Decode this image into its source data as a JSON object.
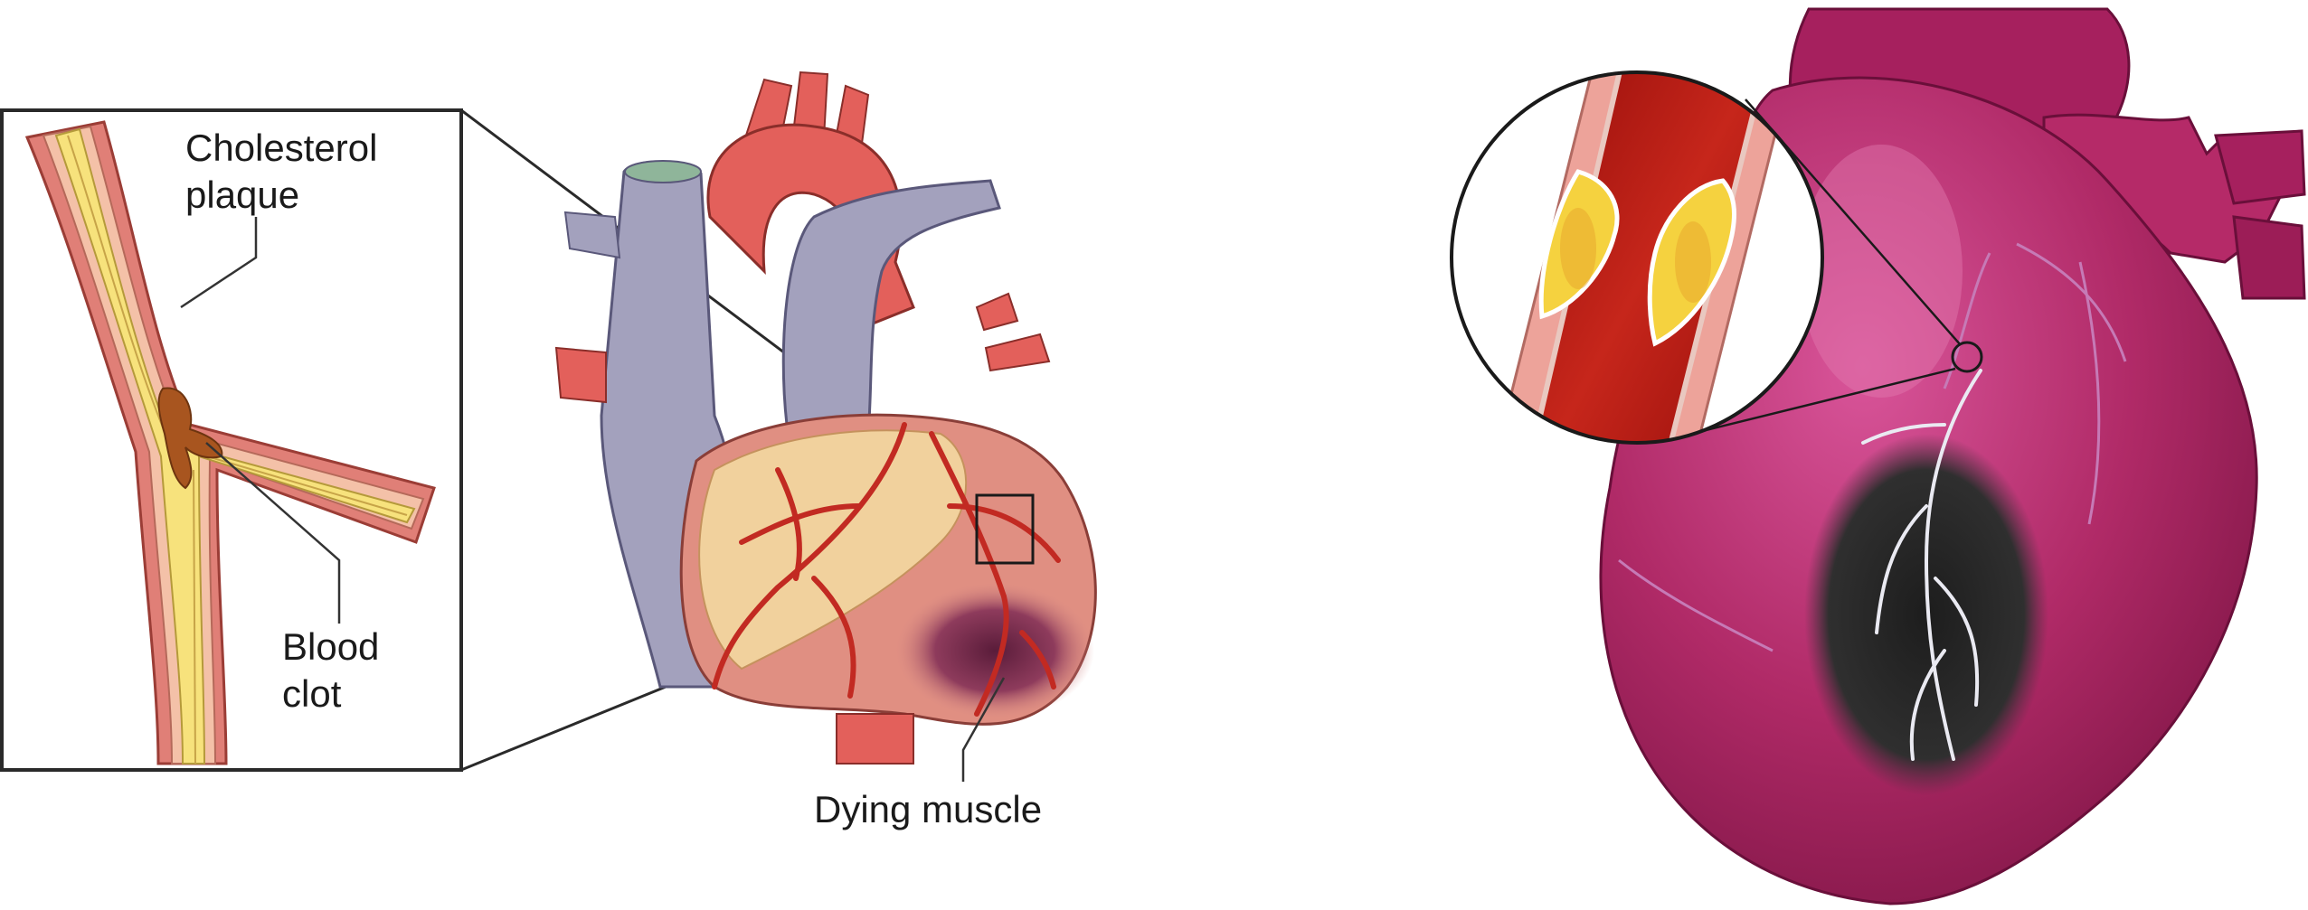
{
  "left_panel": {
    "inset_labels": {
      "plaque_line1": "Cholesterol",
      "plaque_line2": "plaque",
      "clot_line1": "Blood",
      "clot_line2": "clot"
    },
    "heart_label": "Dying muscle"
  },
  "colors": {
    "artery_wall_outer": "#e07f77",
    "artery_wall_inner": "#f4c1a8",
    "plaque_yellow": "#f7e27c",
    "clot_brown": "#a8551f",
    "heart_muscle": "#e08f82",
    "vein_gray": "#a3a1bd",
    "aorta_red": "#e3605b",
    "fat_yellow": "#f3d9a0",
    "dying_area": "#7d2b4a",
    "heart_magenta": "#b52a68",
    "necrotic_dark": "#2b2b2b",
    "blood_red": "#b71410"
  }
}
